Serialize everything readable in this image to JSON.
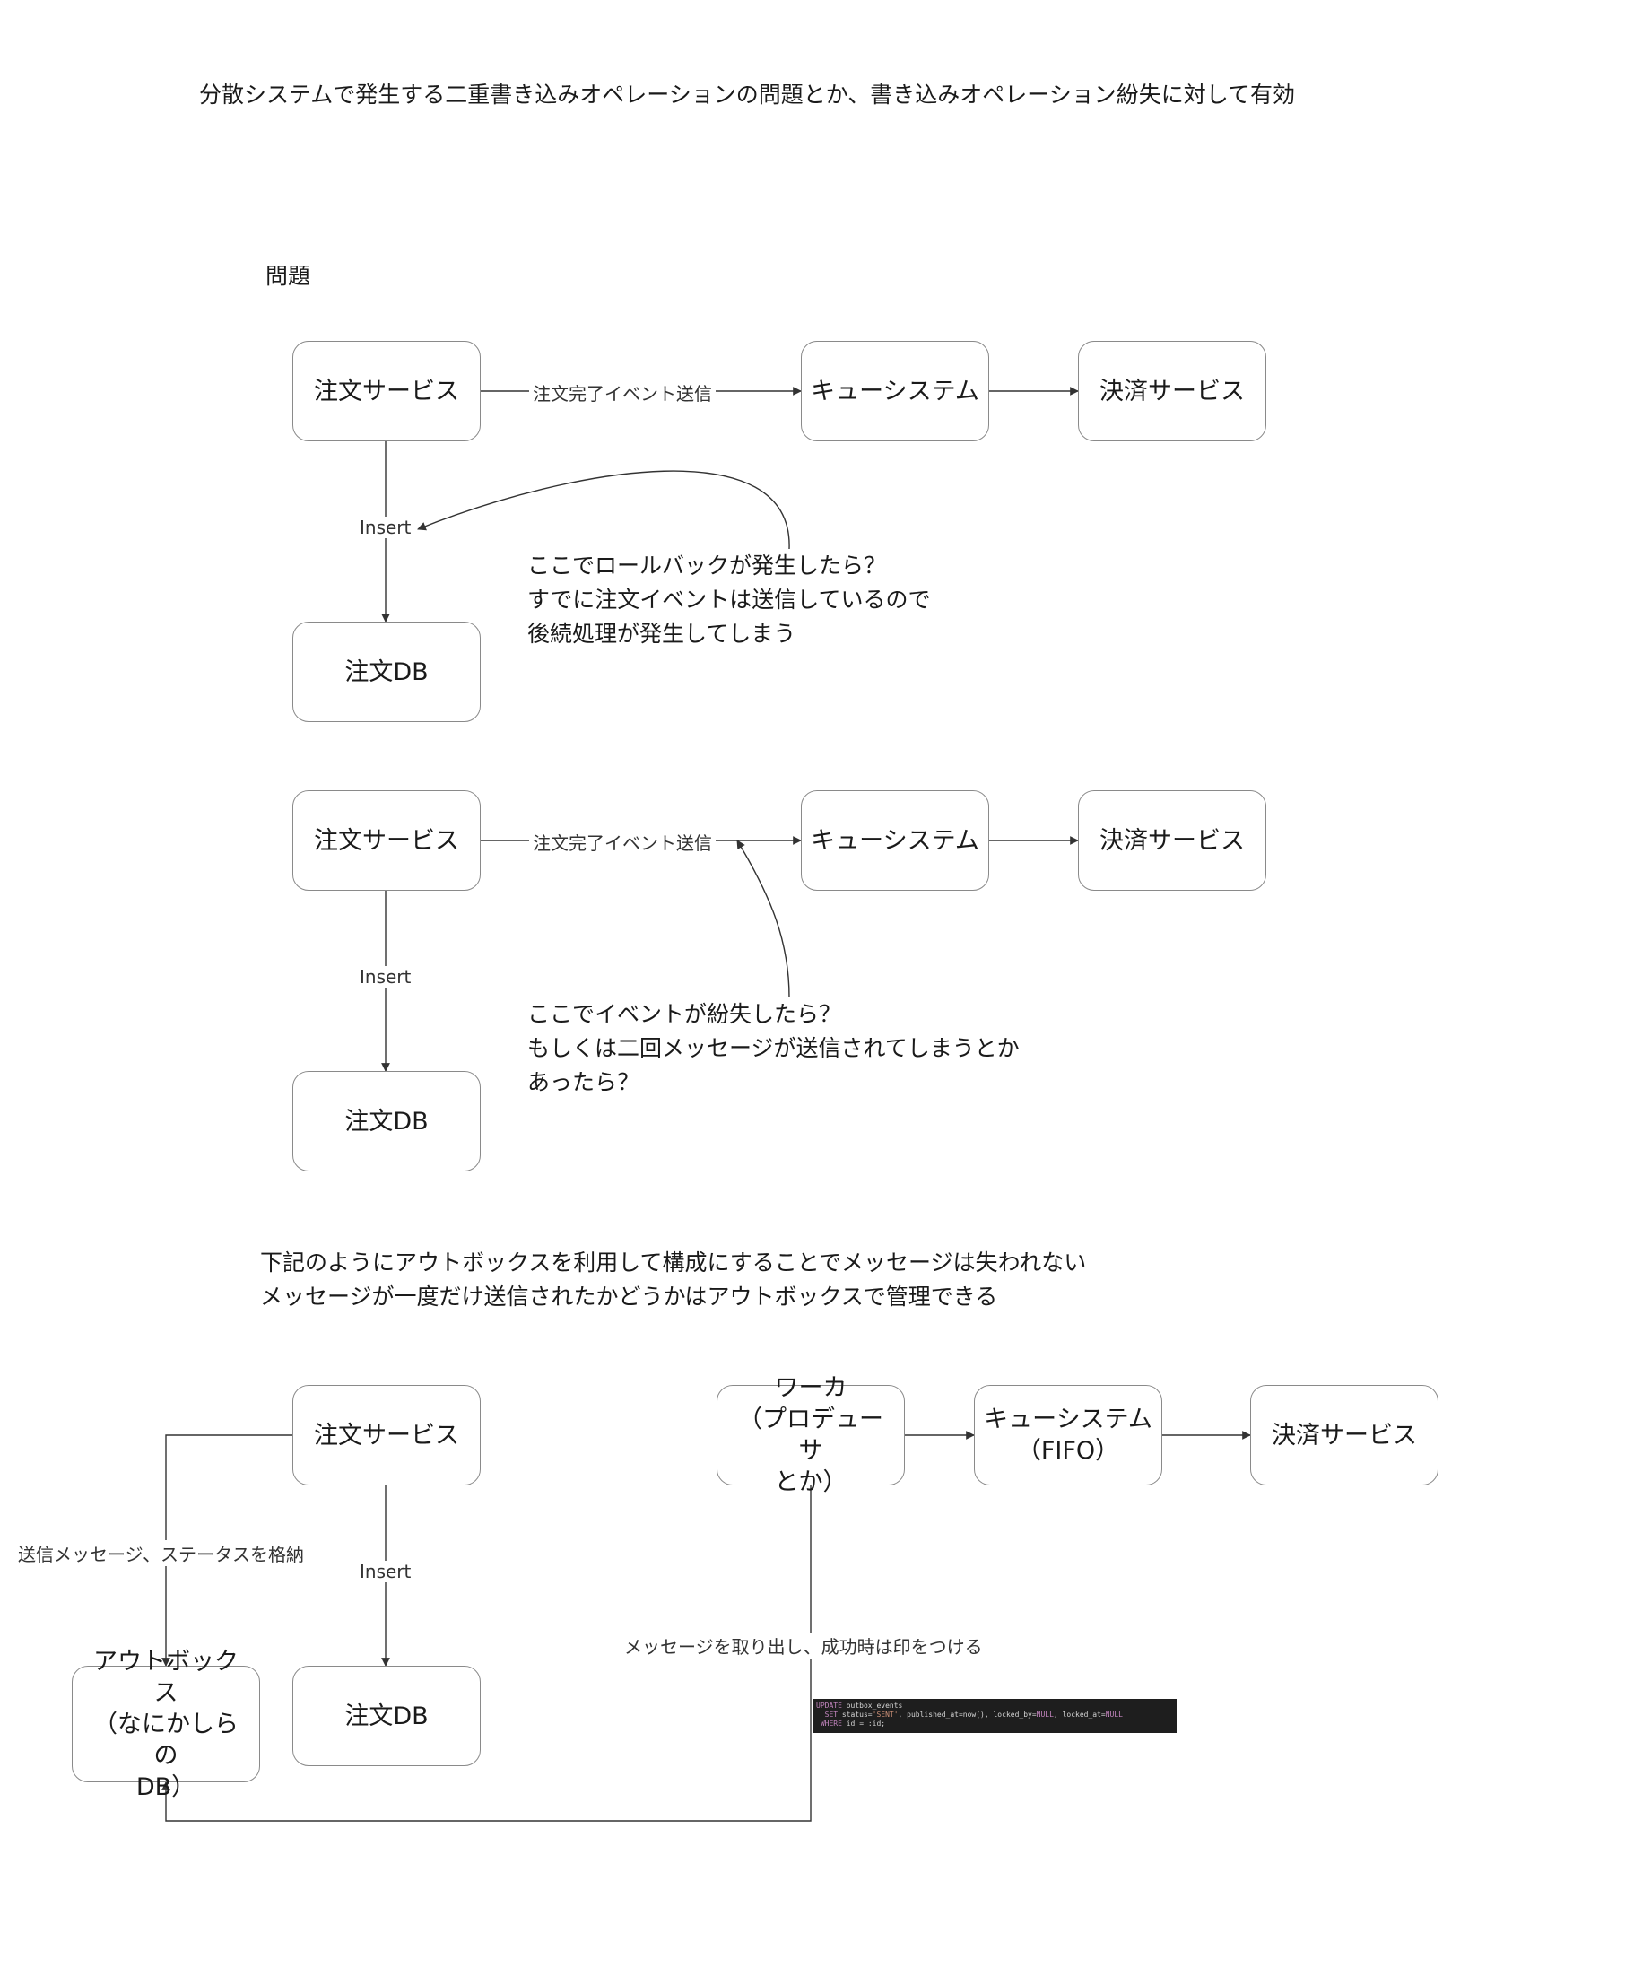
{
  "title": "分散システムで発生する二重書き込みオペレーションの問題とか、書き込みオペレーション紛失に対して有効",
  "problem_heading": "問題",
  "diagram1": {
    "order_service": "注文サービス",
    "queue_system": "キューシステム",
    "payment_service": "決済サービス",
    "order_db": "注文DB",
    "send_label": "注文完了イベント送信",
    "insert_label": "Insert",
    "note": [
      "ここでロールバックが発生したら？",
      "すでに注文イベントは送信しているので",
      "後続処理が発生してしまう"
    ]
  },
  "diagram2": {
    "order_service": "注文サービス",
    "queue_system": "キューシステム",
    "payment_service": "決済サービス",
    "order_db": "注文DB",
    "send_label": "注文完了イベント送信",
    "insert_label": "Insert",
    "note": [
      "ここでイベントが紛失したら？",
      "もしくは二回メッセージが送信されてしまうとか",
      "あったら？"
    ]
  },
  "solution_note": [
    "下記のようにアウトボックスを利用して構成にすることでメッセージは失われない",
    "メッセージが一度だけ送信されたかどうかはアウトボックスで管理できる"
  ],
  "diagram3": {
    "order_service": "注文サービス",
    "worker": [
      "ワーカ",
      "（プロデューサ",
      "とか）"
    ],
    "queue_system": [
      "キューシステム",
      "（FIFO）"
    ],
    "payment_service": "決済サービス",
    "outbox": [
      "アウトボックス",
      "（なにかしらの",
      "DB）"
    ],
    "order_db": "注文DB",
    "store_label": "送信メッセージ、ステータスを格納",
    "insert_label": "Insert",
    "worker_label": "メッセージを取り出し、成功時は印をつける",
    "code": {
      "line1_kw": "UPDATE",
      "line1_rest": " outbox_events",
      "line2_kw": "SET",
      "line2_a": " status=",
      "line2_str": "'SENT'",
      "line2_b": ", published_at=now(), locked_by=",
      "line2_null1": "NULL",
      "line2_c": ", locked_at=",
      "line2_null2": "NULL",
      "line3_kw": "WHERE",
      "line3_rest": " id = :id;"
    }
  },
  "colors": {
    "line": "#333333",
    "box_border": "#8a8a8a",
    "code_bg": "#1e1e1e",
    "code_keyword": "#c586c0"
  }
}
